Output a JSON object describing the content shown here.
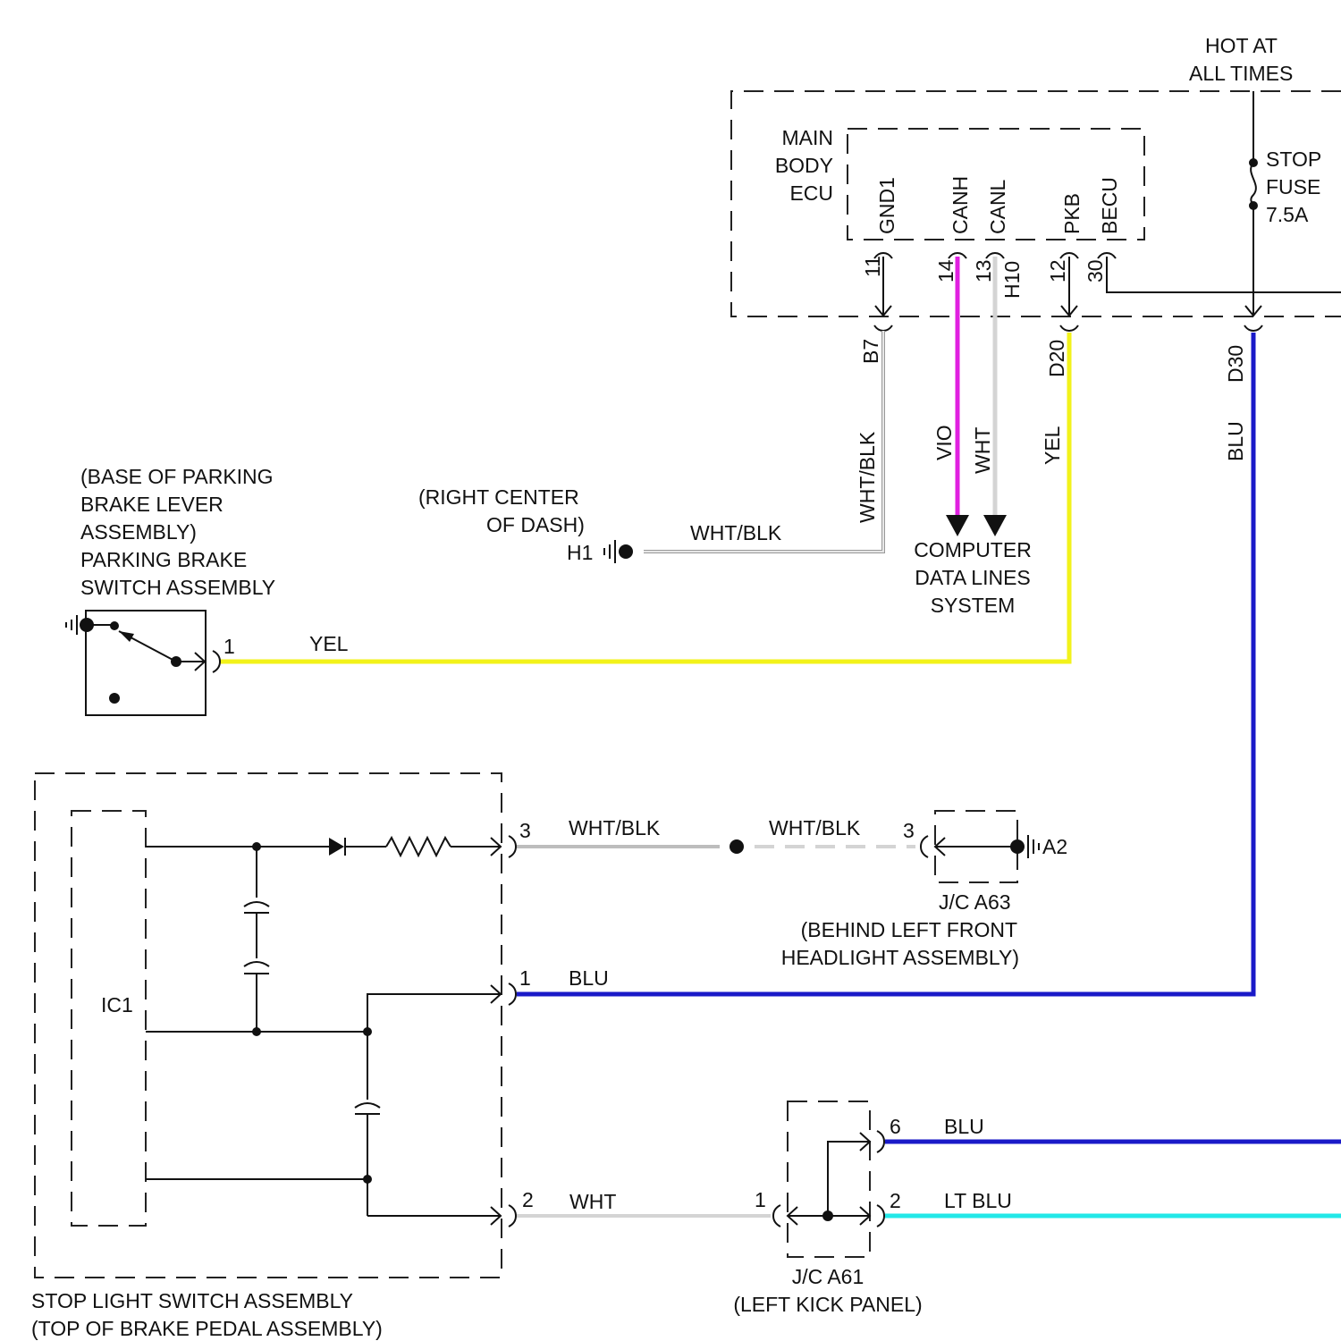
{
  "top": {
    "hot_line1": "HOT AT",
    "hot_line2": "ALL TIMES",
    "ecu_line1": "MAIN",
    "ecu_line2": "BODY",
    "ecu_line3": "ECU",
    "fuse_line1": "STOP",
    "fuse_line2": "FUSE",
    "fuse_line3": "7.5A"
  },
  "ecu_terminals": [
    {
      "name": "GND1",
      "pin": "11"
    },
    {
      "name": "CANH",
      "pin": "14"
    },
    {
      "name": "CANL",
      "pin": "13"
    },
    {
      "name": "PKB",
      "pin": "12"
    },
    {
      "name": "BECU",
      "pin": "30"
    }
  ],
  "connector_h10": "H10",
  "connectors": {
    "b7": "B7",
    "d20": "D20",
    "d30": "D30",
    "h1": "H1",
    "a2": "A2"
  },
  "wires": {
    "wht_blk_vertical": "WHT/BLK",
    "vio": "VIO",
    "wht": "WHT",
    "yel_vertical": "YEL",
    "blu_vertical": "BLU",
    "wht_blk_h1": "WHT/BLK",
    "yel_pb": "YEL",
    "wht_blk_p3": "WHT/BLK",
    "wht_blk_jc": "WHT/BLK",
    "blu_p1": "BLU",
    "blu_p6": "BLU",
    "lt_blu": "LT BLU",
    "wht_p2": "WHT"
  },
  "computer_data": {
    "line1": "COMPUTER",
    "line2": "DATA LINES",
    "line3": "SYSTEM"
  },
  "right_center": {
    "line1": "(RIGHT CENTER",
    "line2": "OF DASH)"
  },
  "parking_brake": {
    "line1": "(BASE OF PARKING",
    "line2": "BRAKE LEVER",
    "line3": "ASSEMBLY)",
    "line4": "PARKING BRAKE",
    "line5": "SWITCH ASSEMBLY",
    "pin": "1"
  },
  "stop_light": {
    "ic_label": "IC1",
    "pin3": "3",
    "pin1": "1",
    "pin2": "2",
    "line1": "STOP LIGHT SWITCH ASSEMBLY",
    "line2": "(TOP OF BRAKE PEDAL ASSEMBLY)"
  },
  "jc_a63": {
    "pin": "3",
    "line1": "J/C A63",
    "line2": "(BEHIND LEFT FRONT",
    "line3": "HEADLIGHT ASSEMBLY)"
  },
  "jc_a61": {
    "pin1": "1",
    "pin6": "6",
    "pin2": "2",
    "line1": "J/C A61",
    "line2": "(LEFT KICK PANEL)"
  },
  "colors": {
    "yellow": "#f2f21a",
    "blue": "#1a1ac8",
    "violet": "#e020e0",
    "white_wire": "#d4d4d4",
    "cyan": "#22e8e8",
    "black": "#111111"
  }
}
